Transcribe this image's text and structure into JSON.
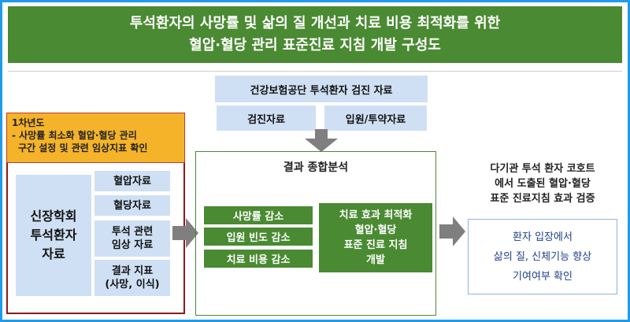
{
  "header": {
    "line1": "투석환자의 사망률 및 삶의 질 개선과 치료 비용 최적화를 위한",
    "line2": "혈압·혈당 관리 표준진료 지침 개발 구성도"
  },
  "source": {
    "title": "건강보험공단 투석환자 검진 자료",
    "items": [
      "검진자료",
      "입원/투약자료"
    ]
  },
  "year1": {
    "label": "1차년도",
    "desc_line1": "- 사망률 최소화 혈압·혈당 관리",
    "desc_line2": "구간 설정 및 관련 임상지표 확인"
  },
  "left": {
    "main_lines": [
      "신장학회",
      "투석환자",
      "자료"
    ],
    "items": [
      {
        "lines": [
          "혈압자료"
        ]
      },
      {
        "lines": [
          "혈당자료"
        ]
      },
      {
        "lines": [
          "투석 관련",
          "임상 자료"
        ]
      },
      {
        "lines": [
          "결과 지표",
          "(사망, 이식)"
        ]
      }
    ]
  },
  "center": {
    "title": "결과 종합분석",
    "items": [
      "사망률 감소",
      "입원 빈도 감소",
      "치료 비용 감소"
    ],
    "right_lines": [
      "치료 효과 최적화",
      "혈압·혈당",
      "표준 진료 지침",
      "개발"
    ]
  },
  "right": {
    "title_lines": [
      "다기관 투석 환자 코호트",
      "에서 도출된 혈압·혈당",
      "표준 진료지침 효과 검증"
    ],
    "box_lines": [
      "환자 입장에서",
      "삶의 질, 신체기능 향상",
      "기여여부 확인"
    ]
  },
  "colors": {
    "green": "#4a8a32",
    "light_blue": "#cfe0f4",
    "orange": "#f5b329",
    "frame_blue": "#1f9bea",
    "dark_red": "#8b1a1a",
    "arrow_gray": "#7f7f7f",
    "text_blue": "#1d3f8a"
  }
}
